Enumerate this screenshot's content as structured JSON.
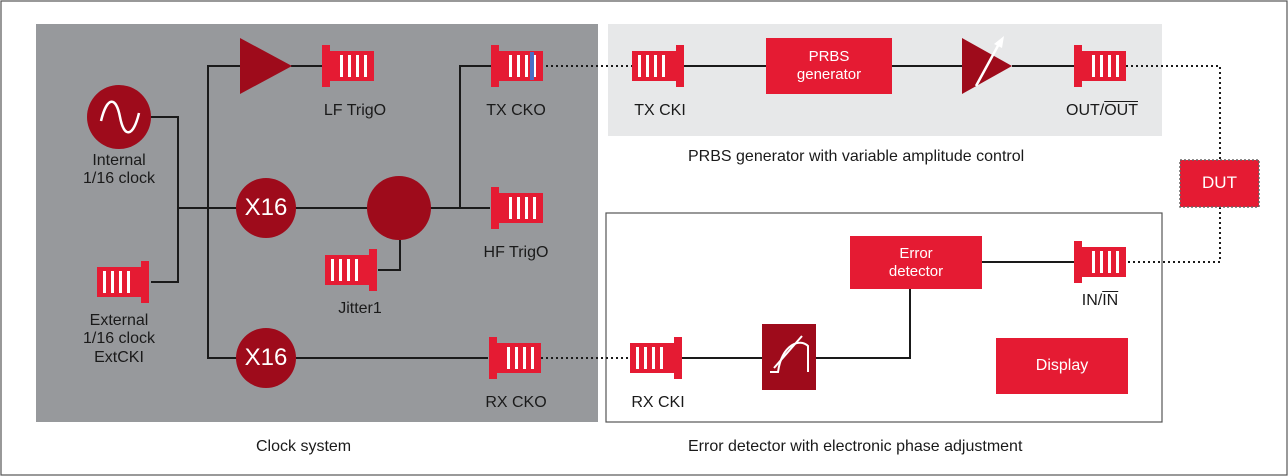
{
  "colors": {
    "clock_panel": "#97999c",
    "generator_panel": "#e7e8e9",
    "dark_red": "#9e0b1b",
    "red": "#e51b33",
    "connector": "#e51b33"
  },
  "clock_system": {
    "caption": "Clock system",
    "internal_clock": {
      "line1": "Internal",
      "line2": "1/16 clock"
    },
    "external_clock": {
      "line1": "External",
      "line2": "1/16 clock",
      "line3": "ExtCKI"
    },
    "multiplier_top": "X16",
    "multiplier_bottom": "X16",
    "lf_trigo": "LF TrigO",
    "tx_cko": "TX CKO",
    "hf_trigo": "HF TrigO",
    "jitter1": "Jitter1",
    "rx_cko": "RX CKO"
  },
  "generator": {
    "caption": "PRBS generator with variable amplitude control",
    "tx_cki": "TX CKI",
    "prbs_line1": "PRBS",
    "prbs_line2": "generator",
    "out_a": "OUT/",
    "out_b": "OUT"
  },
  "dut": "DUT",
  "detector": {
    "caption": "Error detector with electronic phase adjustment",
    "rx_cki": "RX CKI",
    "error_line1": "Error",
    "error_line2": "detector",
    "in_a": "IN/",
    "in_b": "IN",
    "display": "Display"
  }
}
